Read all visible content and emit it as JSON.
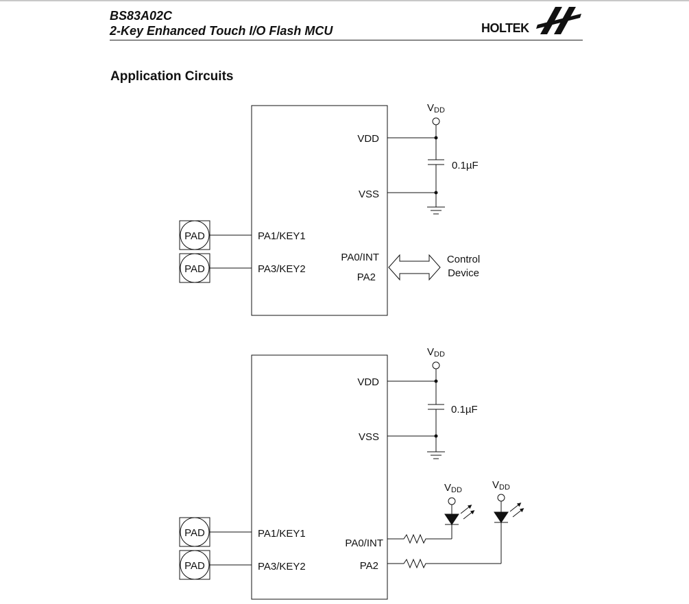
{
  "header": {
    "part_number": "BS83A02C",
    "part_title": "2-Key Enhanced Touch I/O Flash MCU",
    "logo_text": "HOLTEK"
  },
  "section_title": "Application Circuits",
  "circuit1": {
    "vdd_main": "V",
    "vdd_sub": "DD",
    "pin_vdd": "VDD",
    "pin_vss": "VSS",
    "capacitor": "0.1µF",
    "pad1": "PAD",
    "pad2": "PAD",
    "pin_key1": "PA1/KEY1",
    "pin_key2": "PA3/KEY2",
    "pin_pa0": "PA0/INT",
    "pin_pa2": "PA2",
    "control_line1": "Control",
    "control_line2": "Device"
  },
  "circuit2": {
    "vdd_main": "V",
    "vdd_sub": "DD",
    "pin_vdd": "VDD",
    "pin_vss": "VSS",
    "capacitor": "0.1µF",
    "pad1": "PAD",
    "pad2": "PAD",
    "pin_key1": "PA1/KEY1",
    "pin_key2": "PA3/KEY2",
    "pin_pa0": "PA0/INT",
    "pin_pa2": "PA2",
    "led1_vdd_main": "V",
    "led1_vdd_sub": "DD",
    "led2_vdd_main": "V",
    "led2_vdd_sub": "DD"
  }
}
